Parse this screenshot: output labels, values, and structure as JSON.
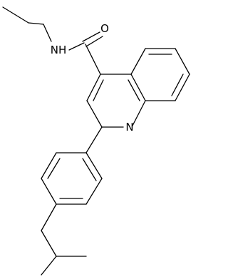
{
  "labels": {
    "oxygen": "O",
    "amide_nitrogen": "NH",
    "ring_nitrogen": "N"
  },
  "colors": {
    "bond": "#000000",
    "label": "#000000",
    "background": "#ffffff"
  }
}
